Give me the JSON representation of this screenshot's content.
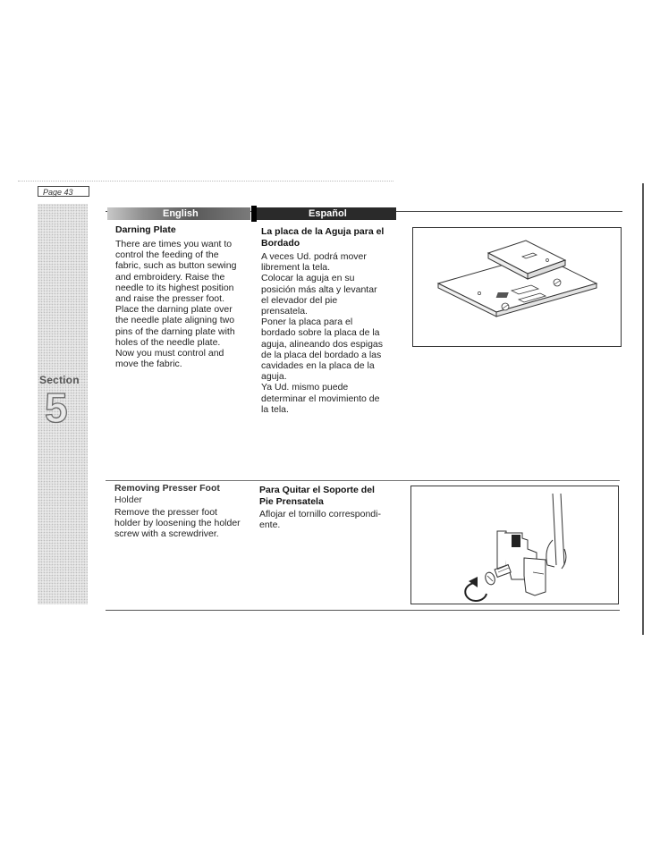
{
  "page": {
    "page_label": "Page 43"
  },
  "sidebar": {
    "section_label": "Section",
    "section_number": "5"
  },
  "languages": {
    "english": "English",
    "spanish": "Español"
  },
  "darning_plate": {
    "en_heading": "Darning Plate",
    "en_lines": [
      "There are times you want to",
      "control the feeding of the",
      "fabric, such as button sewing",
      "and embroidery. Raise the",
      "needle to its highest position",
      "and raise the presser foot.",
      "Place the darning plate over",
      "the needle plate aligning two",
      "pins of the darning plate with",
      "holes of the needle plate.",
      "Now you must control and",
      "move the fabric."
    ],
    "es_heading_lines": [
      "La placa de la Aguja para el",
      "Bordado"
    ],
    "es_lines": [
      "A veces Ud. podrá mover",
      "librement la tela.",
      "Colocar la aguja en su",
      "posición más alta y levantar",
      "el elevador del pie",
      "prensatela.",
      "Poner la placa para el",
      "bordado sobre la placa de la",
      "aguja, alineando dos espigas",
      "de la placa del bordado a las",
      "cavidades en la placa de la",
      "aguja.",
      "Ya Ud. mismo puede",
      "determinar el movimiento de",
      "la tela."
    ]
  },
  "presser_foot": {
    "en_heading_lines": [
      "Removing Presser Foot",
      "Holder"
    ],
    "en_lines": [
      "Remove the presser foot",
      "holder by loosening the holder",
      "screw with a screwdriver."
    ],
    "es_heading_lines": [
      "Para Quitar el Soporte del",
      "Pie Prensatela"
    ],
    "es_lines": [
      "Aflojar el tornillo correspondi-",
      "ente."
    ]
  }
}
